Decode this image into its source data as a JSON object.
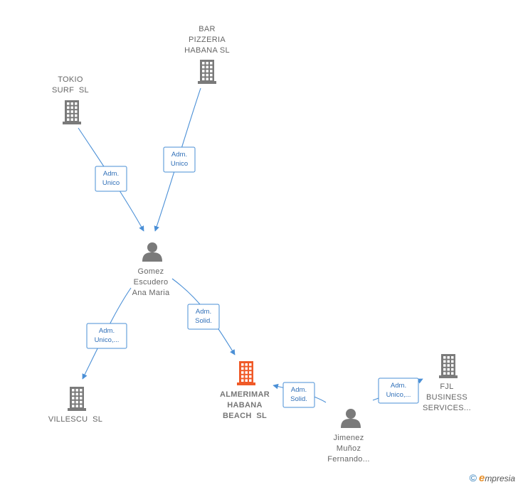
{
  "colors": {
    "edge": "#4a8fd6",
    "company": "#7a7a7a",
    "focus_company": "#f05a28",
    "person": "#7a7a7a",
    "label": "#666666"
  },
  "nodes": [
    {
      "id": "bar",
      "kind": "company",
      "icon": "building-icon",
      "lines": [
        "BAR",
        "PIZZERIA",
        "HABANA SL"
      ]
    },
    {
      "id": "tokio",
      "kind": "company",
      "icon": "building-icon",
      "lines": [
        "TOKIO",
        "SURF  SL"
      ]
    },
    {
      "id": "gomez",
      "kind": "person",
      "icon": "person-icon",
      "lines": [
        "Gomez",
        "Escudero",
        "Ana Maria"
      ]
    },
    {
      "id": "villescu",
      "kind": "company",
      "icon": "building-icon",
      "lines": [
        "VILLESCU  SL"
      ]
    },
    {
      "id": "almerimar",
      "kind": "company",
      "focus": true,
      "icon": "building-icon",
      "lines": [
        "ALMERIMAR",
        "HABANA",
        "BEACH  SL"
      ]
    },
    {
      "id": "jimenez",
      "kind": "person",
      "icon": "person-icon",
      "lines": [
        "Jimenez",
        "Muñoz",
        "Fernando..."
      ]
    },
    {
      "id": "fjl",
      "kind": "company",
      "icon": "building-icon",
      "lines": [
        "FJL",
        "BUSINESS",
        "SERVICES..."
      ]
    }
  ],
  "edges": [
    {
      "from": "gomez",
      "to": "tokio",
      "label": [
        "Adm.",
        "Unico"
      ]
    },
    {
      "from": "gomez",
      "to": "bar",
      "label": [
        "Adm.",
        "Unico"
      ]
    },
    {
      "from": "gomez",
      "to": "villescu",
      "label": [
        "Adm.",
        "Unico,..."
      ]
    },
    {
      "from": "gomez",
      "to": "almerimar",
      "label": [
        "Adm.",
        "Solid."
      ]
    },
    {
      "from": "jimenez",
      "to": "almerimar",
      "label": [
        "Adm.",
        "Solid."
      ]
    },
    {
      "from": "jimenez",
      "to": "fjl",
      "label": [
        "Adm.",
        "Unico,..."
      ]
    }
  ],
  "footer": {
    "copyright": "©",
    "brand_initial": "e",
    "brand_rest": "mpresia"
  }
}
